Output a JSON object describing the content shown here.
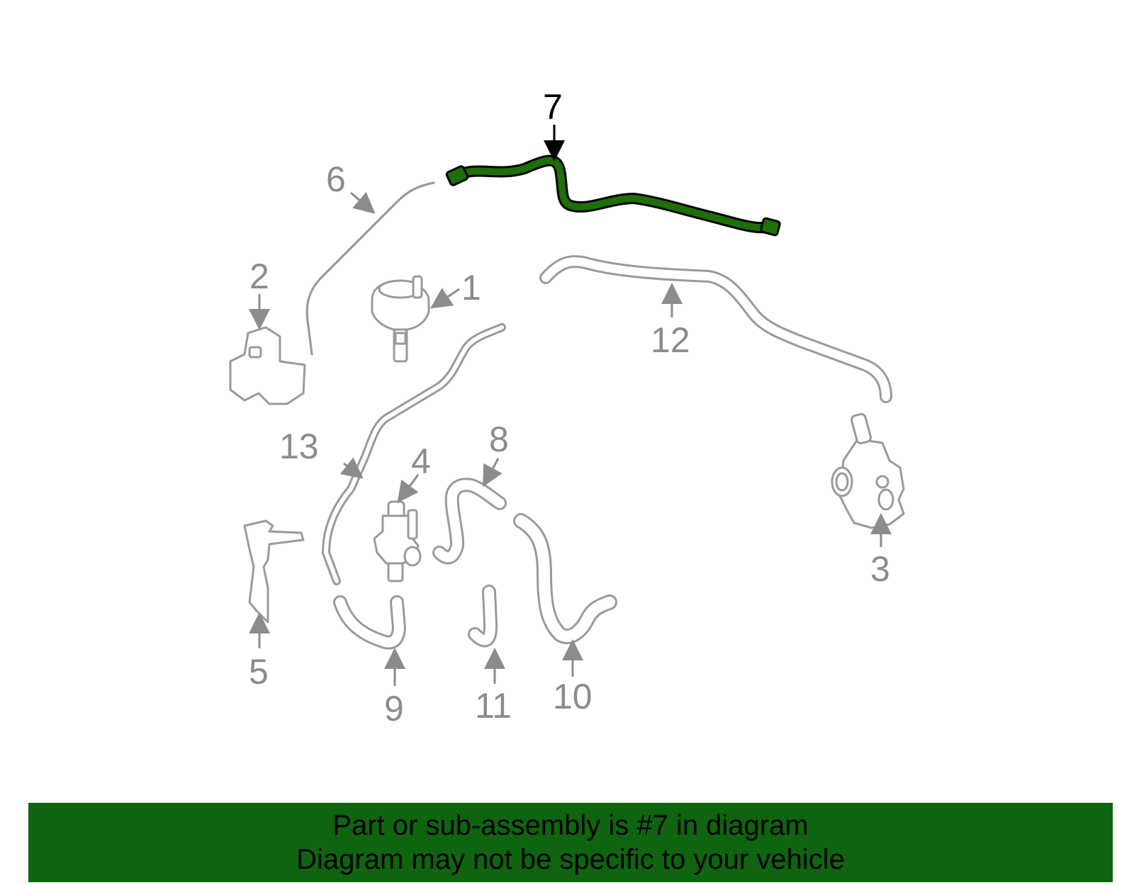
{
  "diagram": {
    "highlight_color": "#1e6e0a",
    "banner_color": "#0f640f",
    "callouts": [
      {
        "id": "1",
        "label": "1",
        "highlighted": false
      },
      {
        "id": "2",
        "label": "2",
        "highlighted": false
      },
      {
        "id": "3",
        "label": "3",
        "highlighted": false
      },
      {
        "id": "4",
        "label": "4",
        "highlighted": false
      },
      {
        "id": "5",
        "label": "5",
        "highlighted": false
      },
      {
        "id": "6",
        "label": "6",
        "highlighted": false
      },
      {
        "id": "7",
        "label": "7",
        "highlighted": true
      },
      {
        "id": "8",
        "label": "8",
        "highlighted": false
      },
      {
        "id": "9",
        "label": "9",
        "highlighted": false
      },
      {
        "id": "10",
        "label": "10",
        "highlighted": false
      },
      {
        "id": "11",
        "label": "11",
        "highlighted": false
      },
      {
        "id": "12",
        "label": "12",
        "highlighted": false
      },
      {
        "id": "13",
        "label": "13",
        "highlighted": false
      }
    ]
  },
  "banner": {
    "line1": "Part or sub-assembly is #7 in diagram",
    "line2": "Diagram may not be specific to your vehicle"
  }
}
